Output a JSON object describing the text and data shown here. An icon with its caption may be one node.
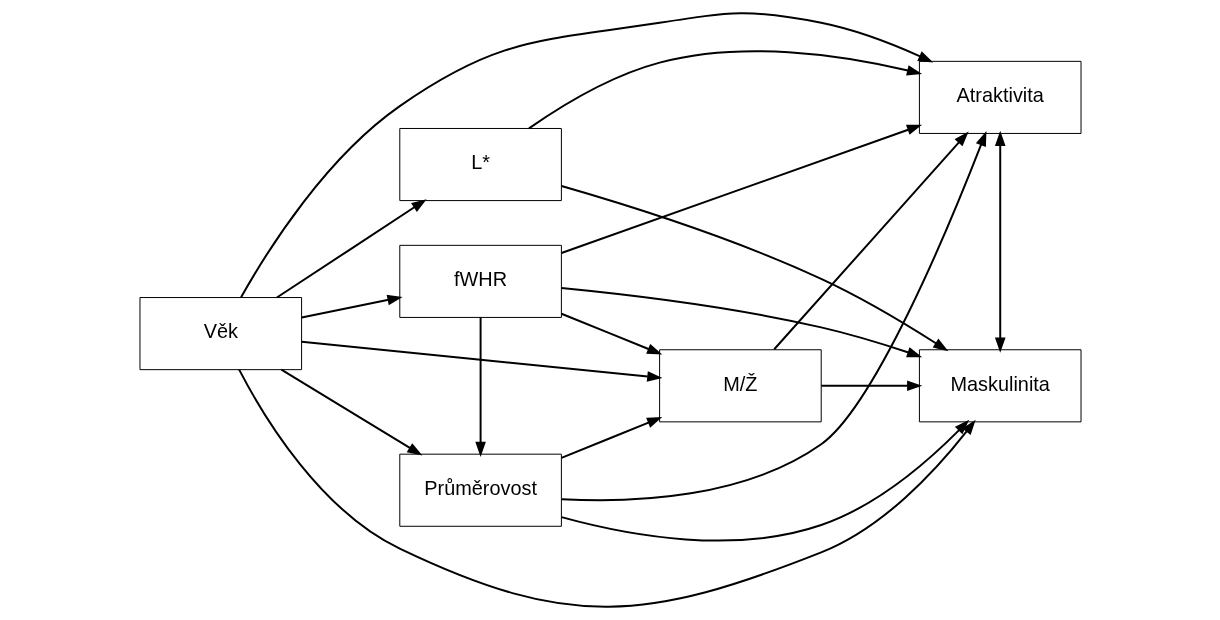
{
  "diagram": {
    "nodes": [
      {
        "text": [
          "Věk"
        ]
      },
      {
        "text": [
          "fWHR"
        ]
      },
      {
        "text": [
          "Průměrovost"
        ]
      },
      {
        "text": [
          "M/Ž"
        ]
      },
      {
        "text": [
          "L*"
        ]
      },
      {
        "text": [
          "Atraktivita"
        ]
      },
      {
        "text": [
          "Maskulinita"
        ]
      }
    ],
    "edges": [
      {
        "from": 0,
        "to": 1,
        "arrow": "to"
      },
      {
        "from": 0,
        "to": 5,
        "arrow": "to"
      },
      {
        "from": 0,
        "to": 3,
        "arrow": "to"
      },
      {
        "from": 0,
        "to": 2,
        "arrow": "to"
      },
      {
        "from": 0,
        "to": 6,
        "arrow": "to"
      },
      {
        "from": 0,
        "to": 4,
        "arrow": "to"
      },
      {
        "from": 1,
        "to": 5,
        "arrow": "to"
      },
      {
        "from": 1,
        "to": 2,
        "arrow": "to"
      },
      {
        "from": 1,
        "to": 3,
        "arrow": "to"
      },
      {
        "from": 1,
        "to": 6,
        "arrow": "to"
      },
      {
        "from": 2,
        "to": 5,
        "arrow": "to"
      },
      {
        "from": 2,
        "to": 3,
        "arrow": "to"
      },
      {
        "from": 2,
        "to": 6,
        "arrow": "to"
      },
      {
        "from": 3,
        "to": 5,
        "arrow": "to"
      },
      {
        "from": 3,
        "to": 6,
        "arrow": "to"
      },
      {
        "from": 4,
        "to": 5,
        "arrow": "to"
      },
      {
        "from": 4,
        "to": 6,
        "arrow": "to"
      },
      {
        "from": 5,
        "to": 6,
        "arrow": "both"
      }
    ]
  }
}
